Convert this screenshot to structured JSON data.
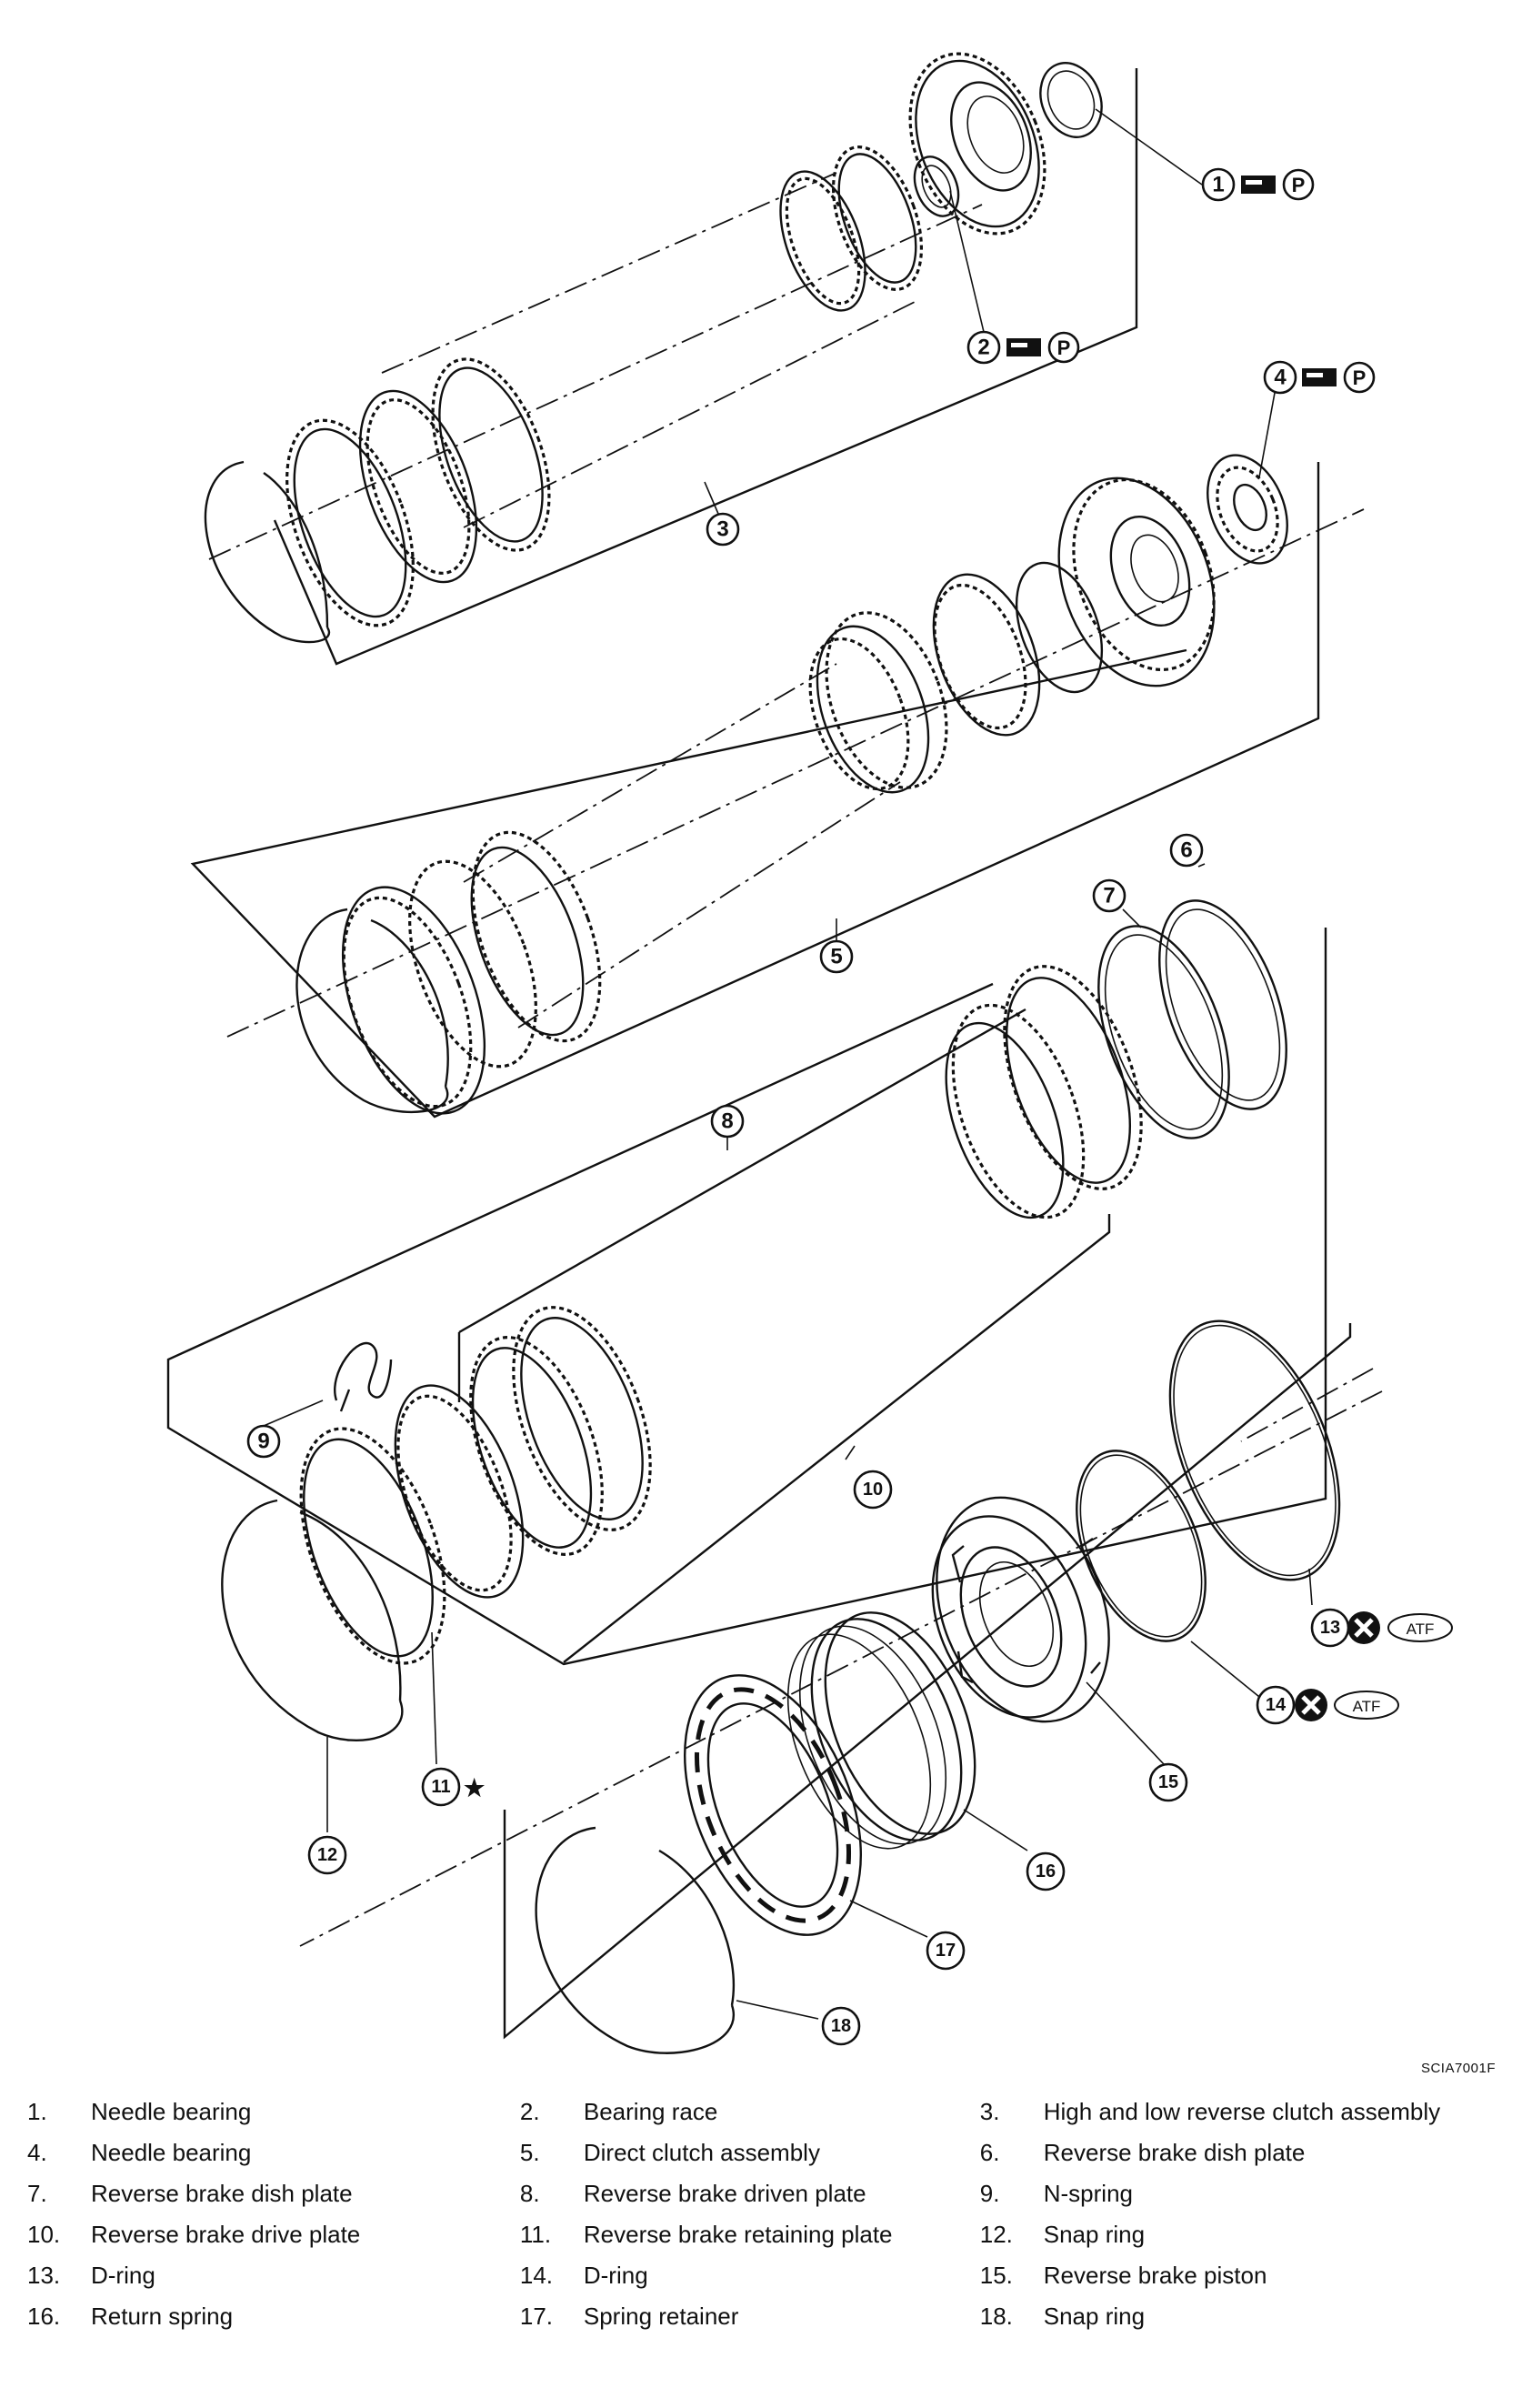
{
  "figure_code": "SCIA7001F",
  "callouts": [
    {
      "id": "callout-1",
      "label": "1"
    },
    {
      "id": "callout-2",
      "label": "2"
    },
    {
      "id": "callout-3",
      "label": "3"
    },
    {
      "id": "callout-4",
      "label": "4"
    },
    {
      "id": "callout-5",
      "label": "5"
    },
    {
      "id": "callout-6",
      "label": "6"
    },
    {
      "id": "callout-7",
      "label": "7"
    },
    {
      "id": "callout-8",
      "label": "8"
    },
    {
      "id": "callout-9",
      "label": "9"
    },
    {
      "id": "callout-10",
      "label": "10"
    },
    {
      "id": "callout-11",
      "label": "11"
    },
    {
      "id": "callout-12",
      "label": "12"
    },
    {
      "id": "callout-13",
      "label": "13"
    },
    {
      "id": "callout-14",
      "label": "14"
    },
    {
      "id": "callout-15",
      "label": "15"
    },
    {
      "id": "callout-16",
      "label": "16"
    },
    {
      "id": "callout-17",
      "label": "17"
    },
    {
      "id": "callout-18",
      "label": "18"
    }
  ],
  "symbols": {
    "petroleum_jelly": "P",
    "fluid": "ATF",
    "selective_part": "★",
    "replace_icon": "replace-icon",
    "grease_icon": "grease-applicator-icon"
  },
  "legend": [
    [
      {
        "num": "1.",
        "name": "Needle bearing"
      },
      {
        "num": "2.",
        "name": "Bearing race"
      },
      {
        "num": "3.",
        "name": "High and low reverse clutch assembly"
      }
    ],
    [
      {
        "num": "4.",
        "name": "Needle bearing"
      },
      {
        "num": "5.",
        "name": "Direct clutch assembly"
      },
      {
        "num": "6.",
        "name": "Reverse brake dish plate"
      }
    ],
    [
      {
        "num": "7.",
        "name": "Reverse brake dish plate"
      },
      {
        "num": "8.",
        "name": "Reverse brake driven plate"
      },
      {
        "num": "9.",
        "name": "N-spring"
      }
    ],
    [
      {
        "num": "10.",
        "name": "Reverse brake drive plate"
      },
      {
        "num": "11.",
        "name": "Reverse brake retaining plate"
      },
      {
        "num": "12.",
        "name": "Snap ring"
      }
    ],
    [
      {
        "num": "13.",
        "name": "D-ring"
      },
      {
        "num": "14.",
        "name": "D-ring"
      },
      {
        "num": "15.",
        "name": "Reverse brake piston"
      }
    ],
    [
      {
        "num": "16.",
        "name": "Return spring"
      },
      {
        "num": "17.",
        "name": "Spring retainer"
      },
      {
        "num": "18.",
        "name": "Snap ring"
      }
    ]
  ]
}
